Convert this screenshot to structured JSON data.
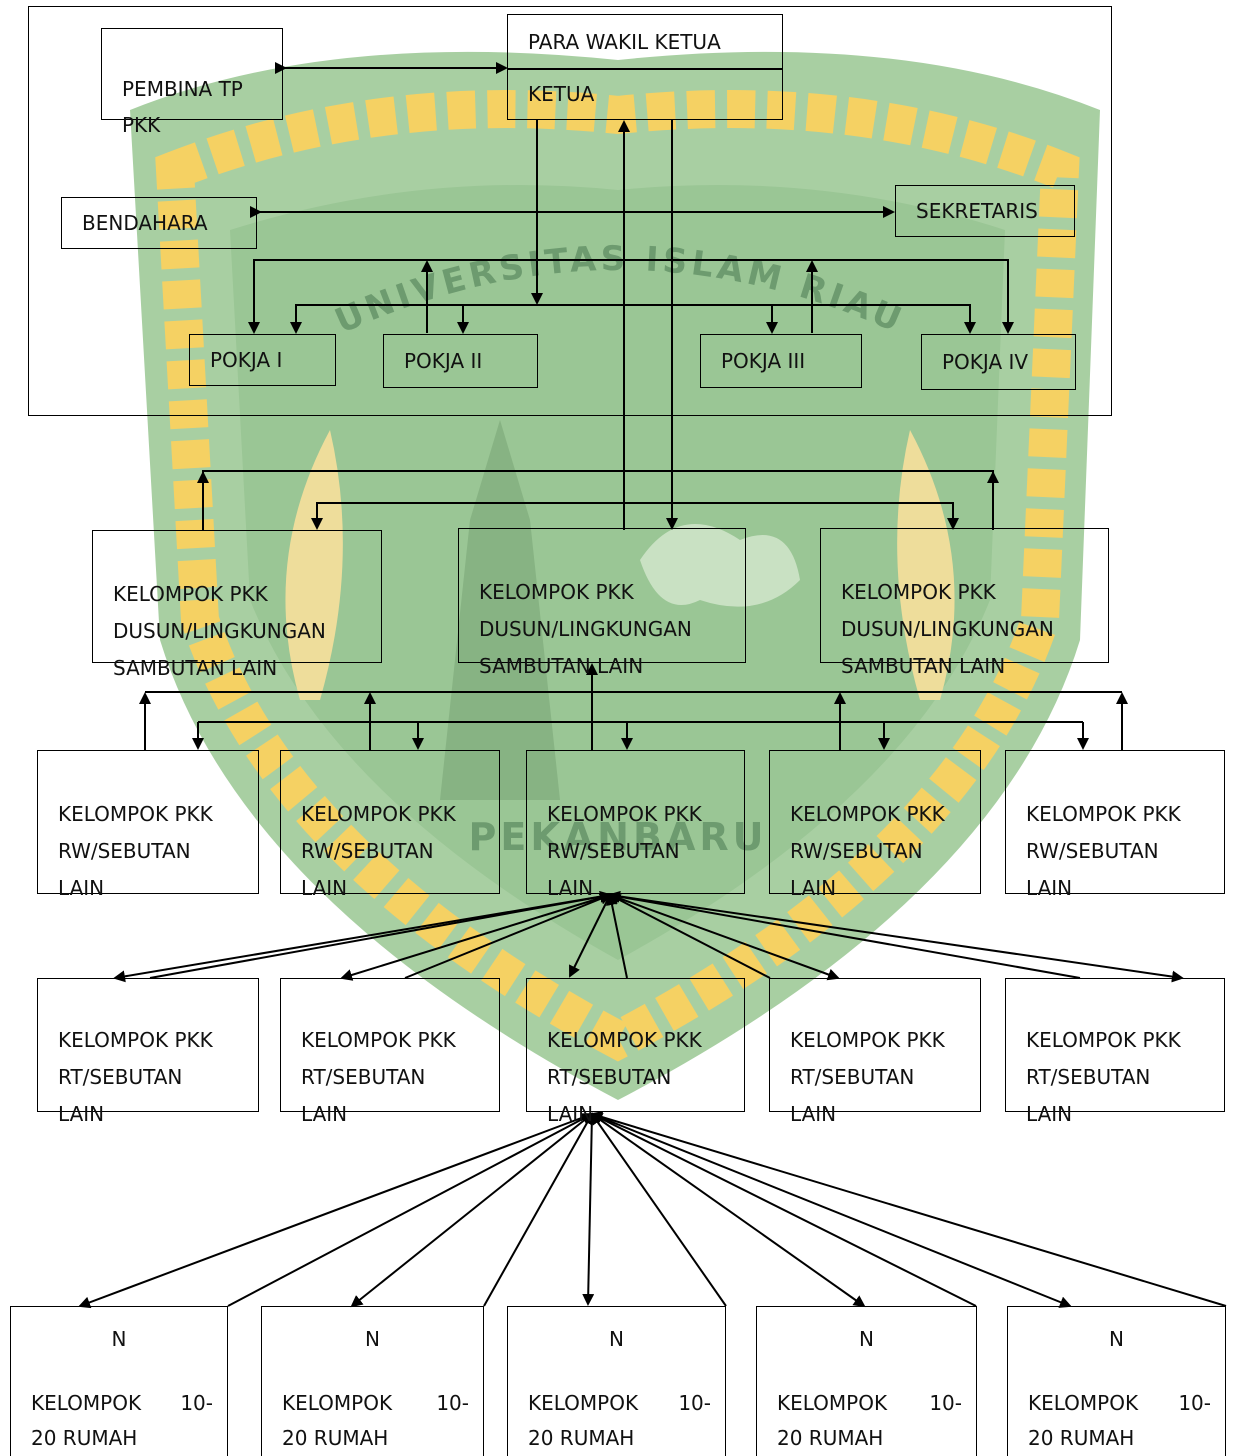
{
  "top": {
    "pembina": "PEMBINA TP\nPKK",
    "wakil_ketua": "PARA WAKIL KETUA",
    "ketua": "KETUA",
    "bendahara": "BENDAHARA",
    "sekretaris": "SEKRETARIS",
    "pokja": [
      "POKJA I",
      "POKJA II",
      "POKJA III",
      "POKJA IV"
    ]
  },
  "dusun_groups": [
    "KELOMPOK PKK\nDUSUN/LINGKUNGAN\nSAMBUTAN LAIN",
    "KELOMPOK PKK\nDUSUN/LINGKUNGAN\nSAMBUTAN LAIN",
    "KELOMPOK PKK\nDUSUN/LINGKUNGAN\nSAMBUTAN LAIN"
  ],
  "rw_groups": [
    "KELOMPOK PKK\nRW/SEBUTAN\nLAIN",
    "KELOMPOK PKK\nRW/SEBUTAN\nLAIN",
    "KELOMPOK PKK\nRW/SEBUTAN\nLAIN",
    "KELOMPOK PKK\nRW/SEBUTAN\nLAIN",
    "KELOMPOK PKK\nRW/SEBUTAN\nLAIN"
  ],
  "rt_groups": [
    "KELOMPOK PKK\nRT/SEBUTAN\nLAIN",
    "KELOMPOK PKK\nRT/SEBUTAN\nLAIN",
    "KELOMPOK PKK\nRT/SEBUTAN\nLAIN",
    "KELOMPOK PKK\nRT/SEBUTAN\nLAIN",
    "KELOMPOK PKK\nRT/SEBUTAN\nLAIN"
  ],
  "rumah_groups": [
    {
      "n": "N",
      "line1a": "KELOMPOK",
      "line1b": "10-",
      "line2": "20 RUMAH"
    },
    {
      "n": "N",
      "line1a": "KELOMPOK",
      "line1b": "10-",
      "line2": "20 RUMAH"
    },
    {
      "n": "N",
      "line1a": "KELOMPOK",
      "line1b": "10-",
      "line2": "20 RUMAH"
    },
    {
      "n": "N",
      "line1a": "KELOMPOK",
      "line1b": "10-",
      "line2": "20 RUMAH"
    },
    {
      "n": "N",
      "line1a": "KELOMPOK",
      "line1b": "10-",
      "line2": "20 RUMAH"
    }
  ],
  "watermark": {
    "arc_text_top": "UNIVERSITAS ISLAM RIAU",
    "arc_text_bottom": "PEKANBARU",
    "colors": {
      "shield": "#6aaa64",
      "rope": "#f2c230",
      "dark": "#3d7a3f"
    }
  }
}
